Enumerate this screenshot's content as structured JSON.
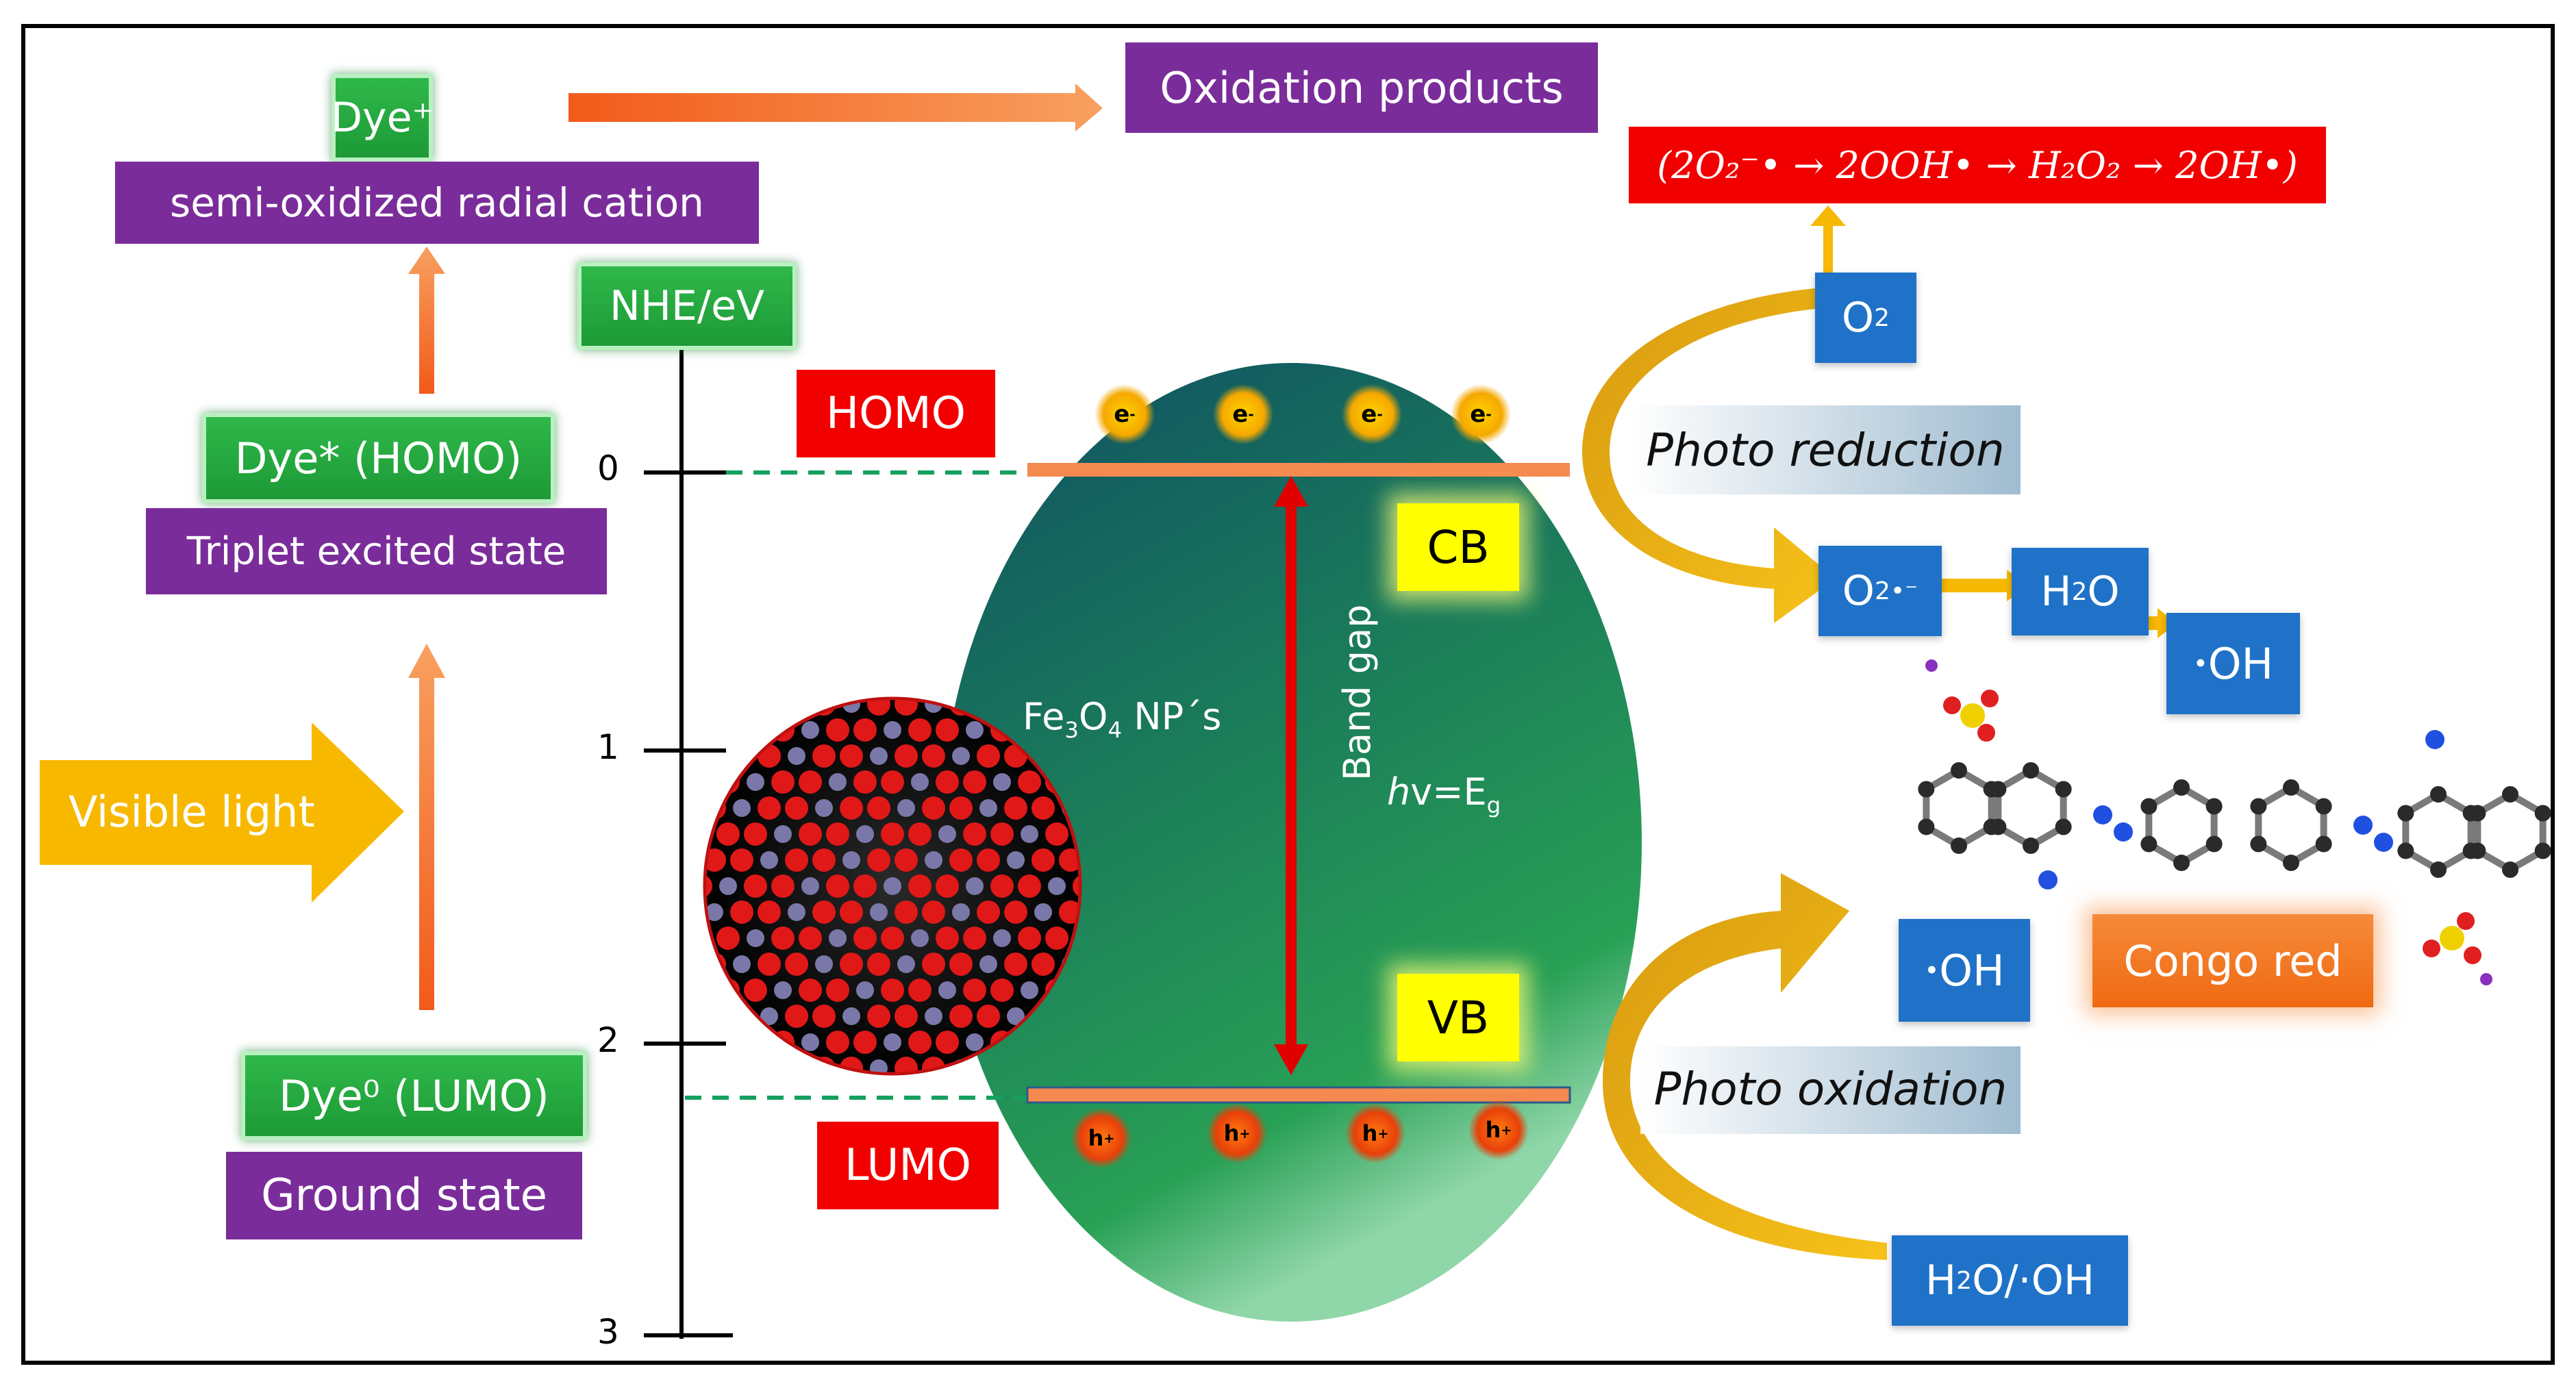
{
  "left": {
    "dye_plus": "Dye⁺",
    "semi_oxidized": "semi-oxidized radial cation",
    "dye_star": "Dye* (HOMO)",
    "triplet": "Triplet excited state",
    "visible_light": "Visible light",
    "dye_zero": "Dye⁰ (LUMO)",
    "ground_state": "Ground state"
  },
  "top": {
    "oxidation_products": "Oxidation products"
  },
  "scale": {
    "title": "NHE/eV",
    "ticks": [
      "0",
      "1",
      "2",
      "3"
    ]
  },
  "levels": {
    "homo": "HOMO",
    "lumo": "LUMO"
  },
  "semiconductor": {
    "cb": "CB",
    "vb": "VB",
    "band_gap": "Band gap",
    "hv": "v=E",
    "hv_h": "h",
    "hv_sub": "g",
    "material": "Fe",
    "material_sub1": "3",
    "material_o": "O",
    "material_sub2": "4",
    "material_rest": " NP´s",
    "electron": "e",
    "hole": "h",
    "electron_sign": "-",
    "hole_sign": "+"
  },
  "right": {
    "equation": "(2O₂⁻• → 2OOH• → H₂O₂ → 2OH•)",
    "o2": "O",
    "o2_sub": "2",
    "o2_radical_sup": "•⁻",
    "photo_reduction": "Photo reduction",
    "h2o": "H",
    "h2o_sub": "2",
    "h2o_o": "O",
    "oh": "OH",
    "oh_dot": "•",
    "photo_oxidation": "Photo oxidation",
    "h2o_oh": "/·OH",
    "congo_red": "Congo red"
  },
  "colors": {
    "green": "#1d9a36",
    "purple": "#7a2d9a",
    "red": "#f20000",
    "blue": "#1f72c8",
    "yellow": "#ffff00",
    "orange_arrow": "#f47a2a",
    "gold_arrow": "#f4b400",
    "ellipse_top": "#0f5a66",
    "ellipse_bottom": "#2aa05a"
  }
}
